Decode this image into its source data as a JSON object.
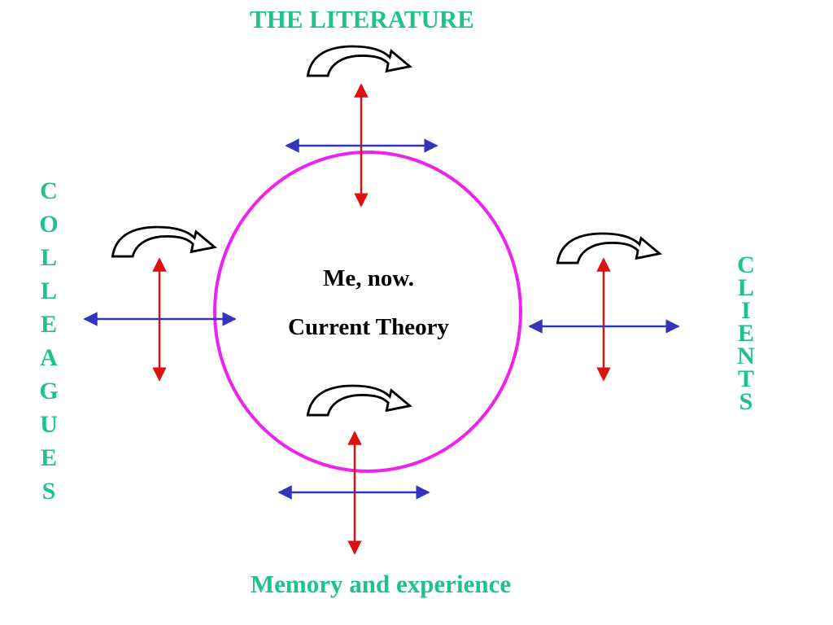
{
  "labels": {
    "top": "THE LITERATURE",
    "bottom": "Memory and experience",
    "left": "COLLEAGUES",
    "right": "CLIENTS",
    "center_line1": "Me, now.",
    "center_line2": "Current Theory"
  },
  "colors": {
    "label": "#1fc28c",
    "circle": "#ee22ee",
    "vertical_arrow": "#dd1111",
    "horizontal_arrow": "#3333bb",
    "curved_arrow": "#000000"
  }
}
